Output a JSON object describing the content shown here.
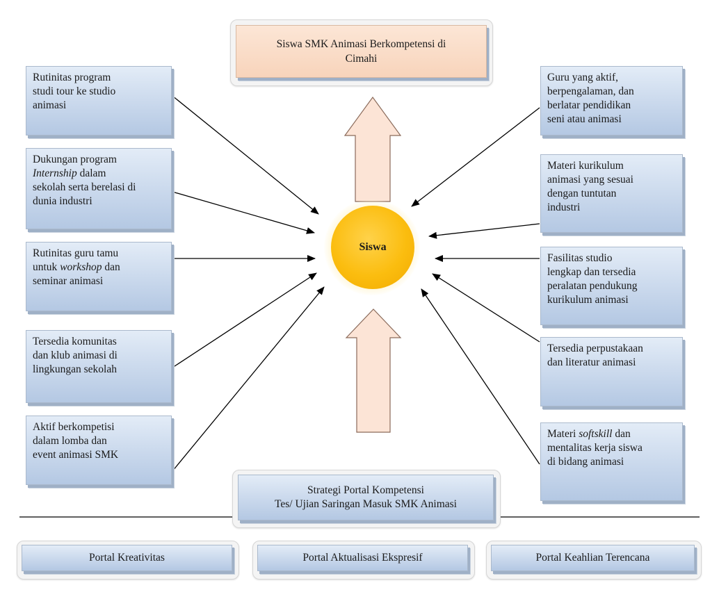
{
  "top_box": {
    "line1": "Siswa SMK Animasi Berkompetensi di",
    "line2": "Cimahi"
  },
  "center": {
    "label": "Siswa"
  },
  "left_boxes": [
    {
      "lines": [
        "Rutinitas program",
        "studi tour ke studio",
        "animasi"
      ]
    },
    {
      "lines": [
        "Dukungan  program",
        "Internship",
        " dalam",
        "sekolah serta berelasi di",
        "dunia industri"
      ]
    },
    {
      "lines": [
        "Rutinitas guru tamu",
        "untuk ",
        "workshop",
        " dan",
        "seminar animasi"
      ]
    },
    {
      "lines": [
        "Tersedia komunitas",
        "dan  klub animasi di",
        "lingkungan sekolah"
      ]
    },
    {
      "lines": [
        "Aktif berkompetisi",
        "dalam lomba dan",
        "event animasi SMK"
      ]
    }
  ],
  "right_boxes": [
    {
      "lines": [
        "Guru yang  aktif,",
        "berpengalaman, dan",
        "berlatar pendidikan",
        "seni atau animasi"
      ]
    },
    {
      "lines": [
        "Materi kurikulum",
        "animasi yang sesuai",
        "dengan tuntutan",
        "industri"
      ]
    },
    {
      "lines": [
        "Fasilitas studio",
        "lengkap dan tersedia",
        "peralatan pendukung",
        "kurikulum animasi"
      ]
    },
    {
      "lines": [
        "Tersedia perpustakaan",
        "dan literatur animasi"
      ]
    },
    {
      "lines": [
        "Materi  ",
        "softskill",
        " dan",
        "mentalitas kerja siswa",
        "di bidang animasi"
      ]
    }
  ],
  "strategy_box": {
    "line1": "Strategi Portal Kompetensi",
    "line2": "Tes/ Ujian Saringan Masuk SMK Animasi"
  },
  "portals": [
    {
      "label": "Portal Kreativitas"
    },
    {
      "label": "Portal Aktualisasi Ekspresif"
    },
    {
      "label": "Portal Keahlian Terencana"
    }
  ],
  "colors": {
    "box_blue": "#c9d8ec",
    "top_box_peach": "#f8d4bb",
    "circle_gold": "#fbbd0f",
    "arrow_fill": "#fce4d6",
    "arrow_stroke": "#8a6a5a"
  }
}
